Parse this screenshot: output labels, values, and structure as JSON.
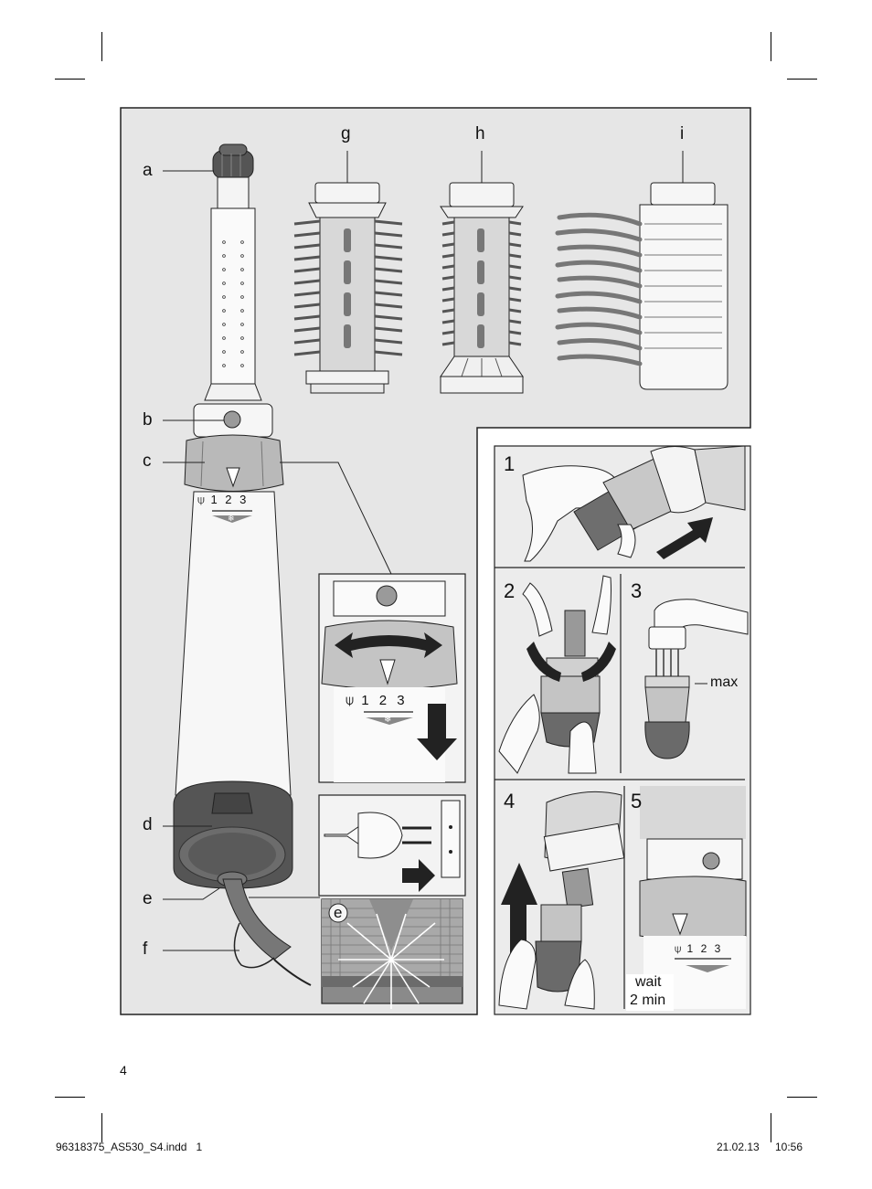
{
  "labels": {
    "a": "a",
    "b": "b",
    "c": "c",
    "d": "d",
    "e": "e",
    "f": "f",
    "g": "g",
    "h": "h",
    "i": "i",
    "e_detail": "e"
  },
  "handle_scale": {
    "icon": "fan-icon",
    "s1": "1",
    "s2": "2",
    "s3": "3",
    "cool_icon": "snowflake-icon"
  },
  "steps": [
    "1",
    "2",
    "3",
    "4",
    "5"
  ],
  "max_label": "max",
  "wait_label_1": "wait",
  "wait_label_2": "2 min",
  "page_number": "4",
  "footer": {
    "file": "96318375_AS530_S4.indd   1",
    "date": "21.02.13",
    "time": "10:56"
  },
  "colors": {
    "panel_bg": "#e6e6e6",
    "inner_bg": "#ececec",
    "dark": "#4a4a4a"
  }
}
